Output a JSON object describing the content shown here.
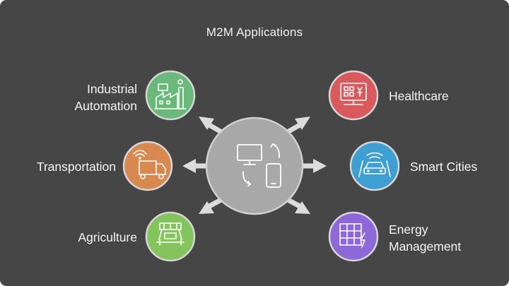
{
  "title": "M2M Applications",
  "center": {
    "fill": "#a8a8a8",
    "icons": [
      "monitor-icon",
      "smartphone-icon",
      "sync-arrows-icon"
    ]
  },
  "applications": [
    {
      "label": [
        "Industrial",
        "Automation"
      ],
      "color": "#6ab87a",
      "icon": "factory-icon"
    },
    {
      "label": [
        "Transportation"
      ],
      "color": "#d8894f",
      "icon": "connected-truck-icon"
    },
    {
      "label": [
        "Agriculture"
      ],
      "color": "#84c45d",
      "icon": "harvester-icon"
    },
    {
      "label": [
        "Healthcare"
      ],
      "color": "#d9595c",
      "icon": "medical-monitor-icon"
    },
    {
      "label": [
        "Smart Cities"
      ],
      "color": "#3e9fd3",
      "icon": "connected-car-icon"
    },
    {
      "label": [
        "Energy",
        "Management"
      ],
      "color": "#8e67d8",
      "icon": "solar-panel-icon"
    }
  ]
}
